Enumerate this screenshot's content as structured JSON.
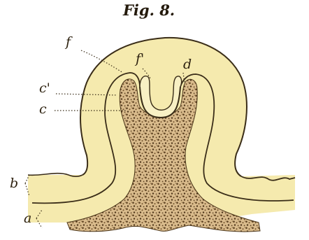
{
  "figure": {
    "title": "Fig. 8.",
    "labels": {
      "f": "f",
      "f1": "f'",
      "d": "d",
      "c1": "c'",
      "c": "c",
      "b": "b",
      "a": "a"
    }
  },
  "colors": {
    "tissue_fill": "#f5eaae",
    "outline": "#3a2d18",
    "speckle": "#5c4020",
    "speckle_ground": "#d7b889",
    "background": "#ffffff"
  }
}
